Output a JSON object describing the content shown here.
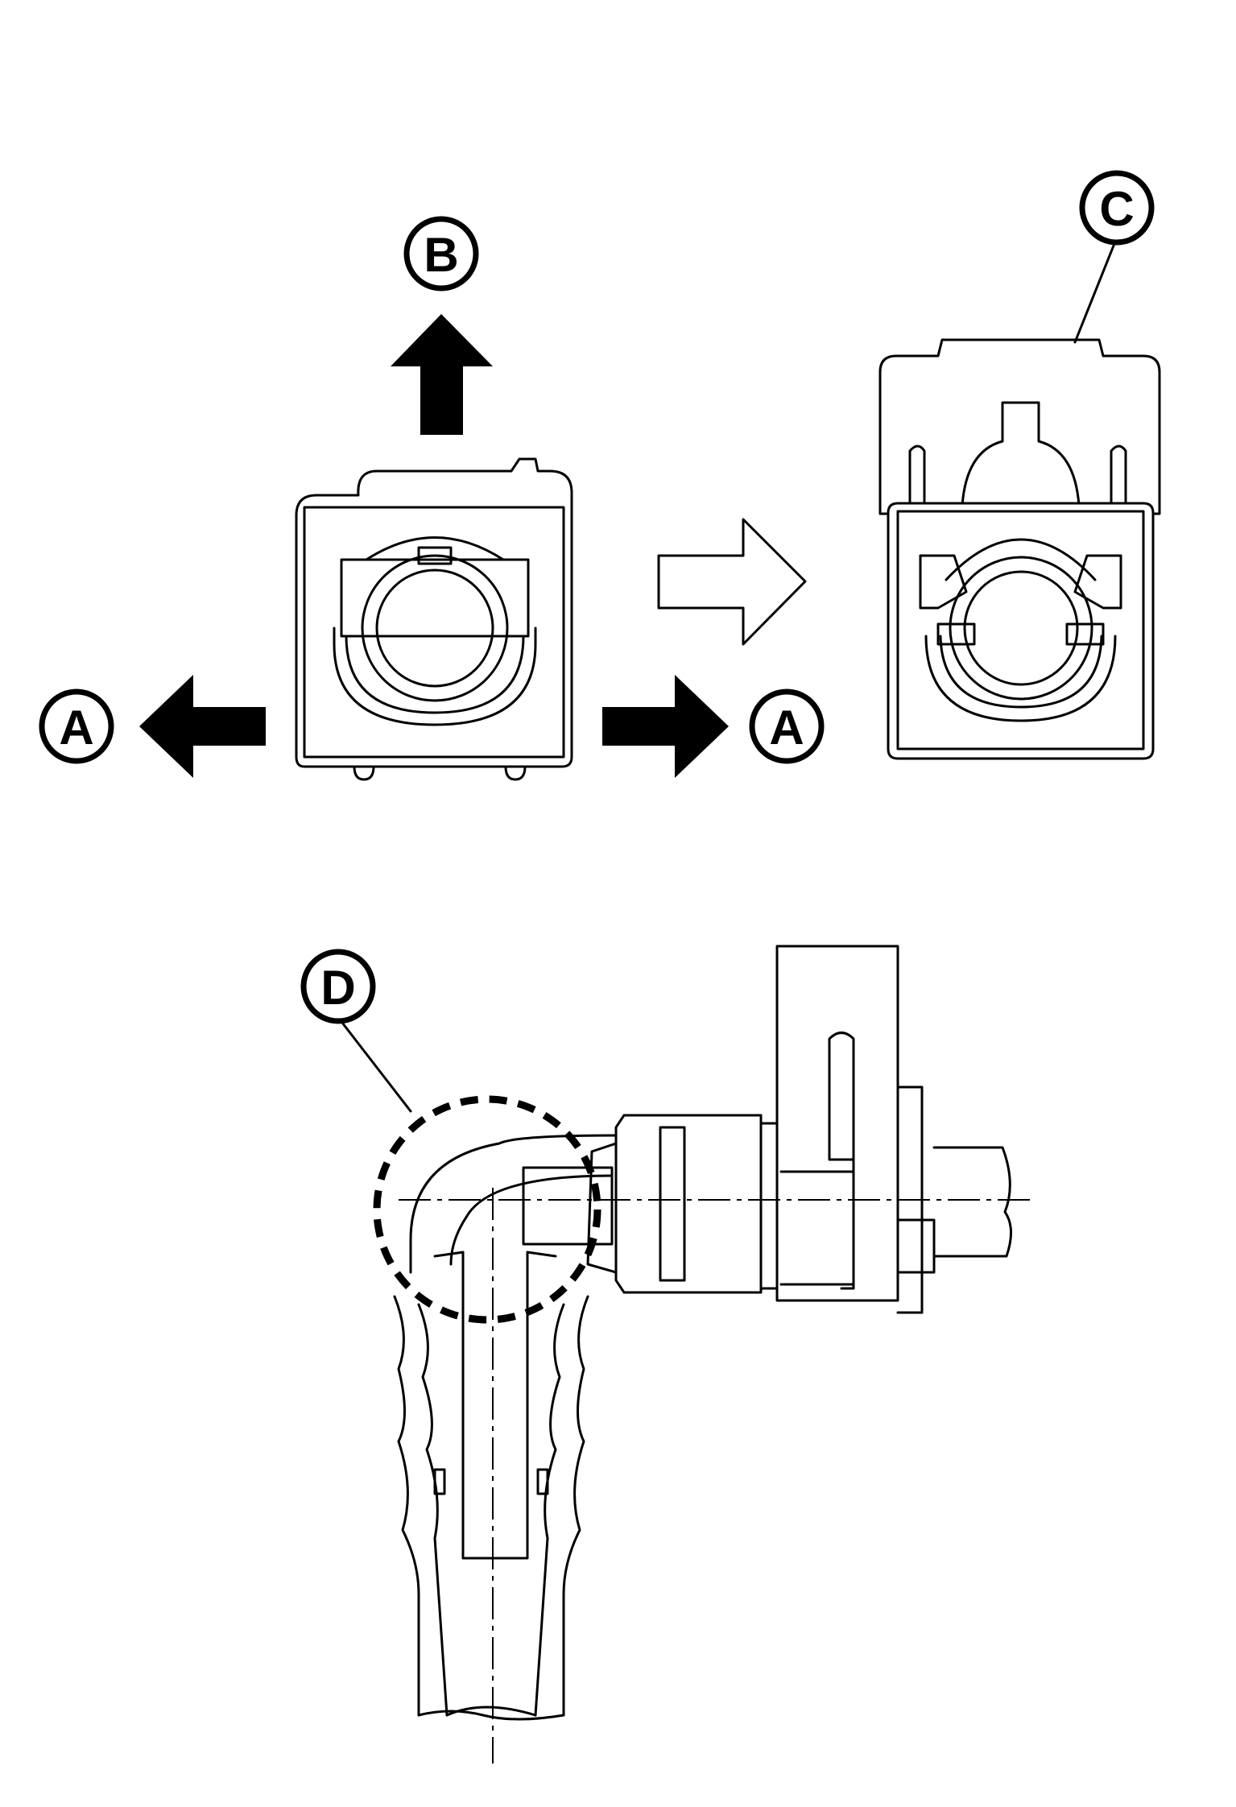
{
  "callouts": {
    "a_left": "A",
    "a_right": "A",
    "b": "B",
    "c": "C",
    "d": "D"
  },
  "colors": {
    "ink": "#000000",
    "paper": "#ffffff"
  }
}
